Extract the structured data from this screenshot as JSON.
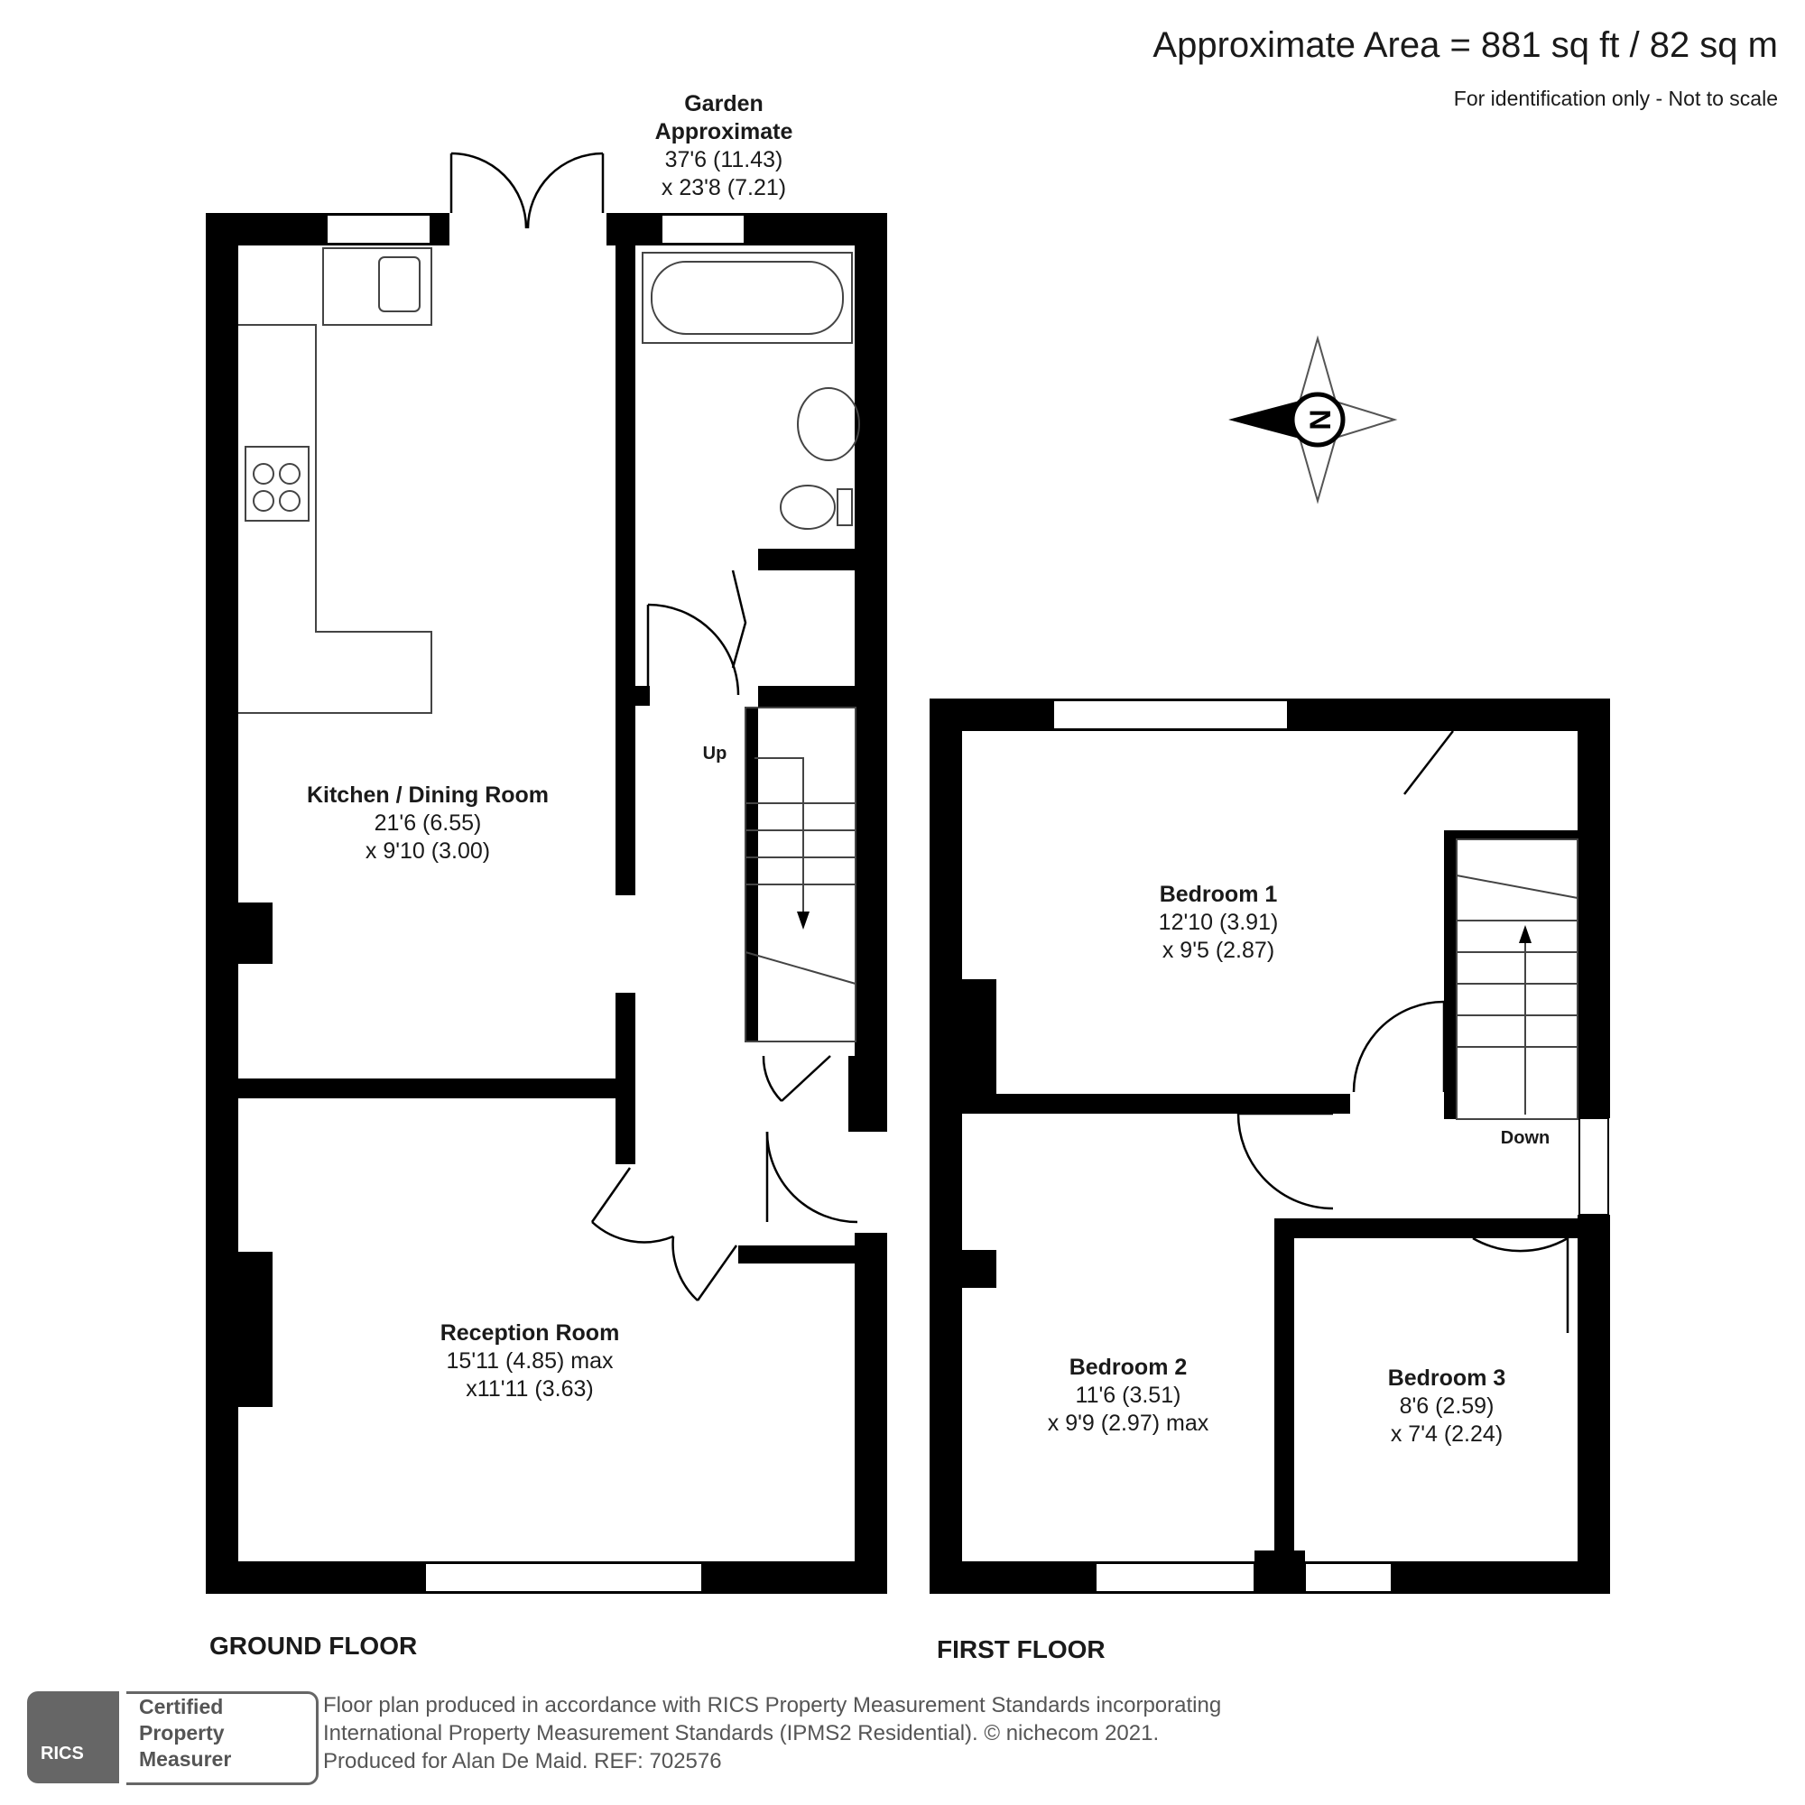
{
  "header": {
    "area": "Approximate Area = 881 sq ft / 82 sq m",
    "note": "For identification only - Not to scale"
  },
  "rooms": {
    "garden": {
      "name1": "Garden",
      "name2": "Approximate",
      "dim1": "37'6 (11.43)",
      "dim2": "x 23'8 (7.21)"
    },
    "kitchen": {
      "name": "Kitchen / Dining Room",
      "dim1": "21'6 (6.55)",
      "dim2": "x 9'10 (3.00)"
    },
    "reception": {
      "name": "Reception Room",
      "dim1": "15'11 (4.85) max",
      "dim2": "x11'11 (3.63)"
    },
    "bedroom1": {
      "name": "Bedroom 1",
      "dim1": "12'10 (3.91)",
      "dim2": "x 9'5 (2.87)"
    },
    "bedroom2": {
      "name": "Bedroom 2",
      "dim1": "11'6 (3.51)",
      "dim2": "x 9'9 (2.97) max"
    },
    "bedroom3": {
      "name": "Bedroom 3",
      "dim1": "8'6 (2.59)",
      "dim2": "x 7'4 (2.24)"
    }
  },
  "stairs": {
    "up": "Up",
    "down": "Down"
  },
  "floors": {
    "ground": "GROUND FLOOR",
    "first": "FIRST FLOOR"
  },
  "compass": {
    "north_label": "N"
  },
  "badge": {
    "rics": "RICS",
    "cert1": "Certified",
    "cert2": "Property",
    "cert3": "Measurer"
  },
  "footer": {
    "line1": "Floor plan produced in accordance with RICS Property Measurement Standards incorporating",
    "line2": "International Property Measurement Standards (IPMS2 Residential).   © nichecom 2021.",
    "line3": "Produced for Alan De Maid.   REF: 702576"
  },
  "colors": {
    "wall": "#000000",
    "fixture_line": "#444444"
  }
}
